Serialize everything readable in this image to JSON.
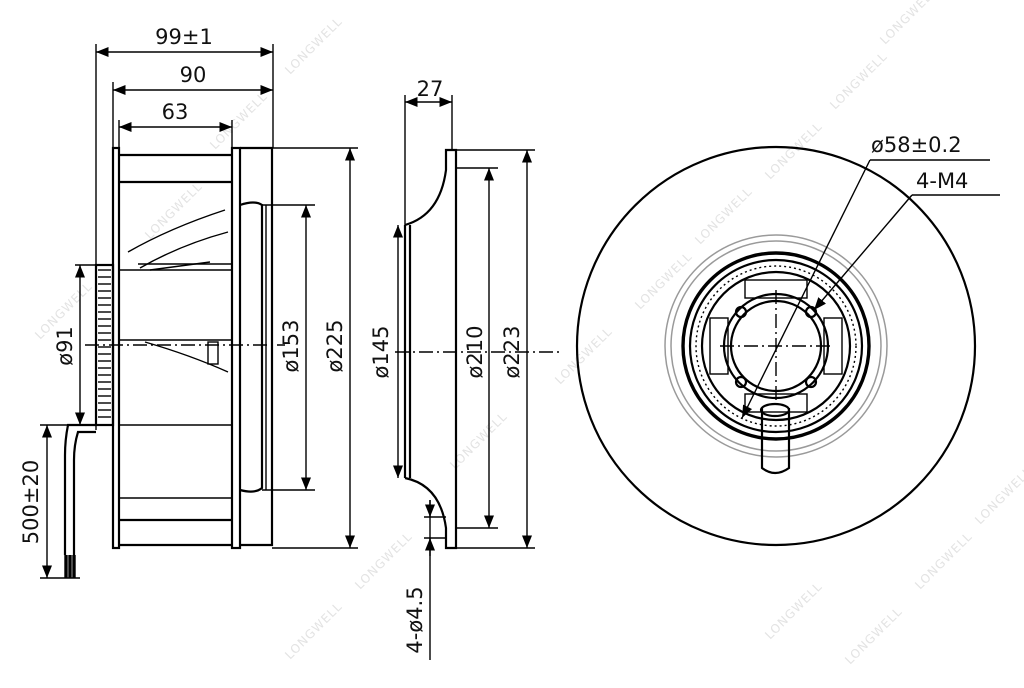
{
  "dimensions": {
    "overall_length": "99±1",
    "body_length": "90",
    "impeller_length": "63",
    "hub_diameter": "ø91",
    "cable_length": "500±20",
    "inlet_inner_diameter": "ø153",
    "impeller_outer_diameter": "ø225",
    "flange_width": "27",
    "inlet_ring_diameter": "ø145",
    "mounting_circle_diameter": "ø210",
    "flange_outer_diameter": "ø223",
    "mounting_holes": "4-ø4.5",
    "center_bore": "ø58±0.2",
    "thread_holes": "4-M4"
  },
  "watermark": "LONGWELL"
}
